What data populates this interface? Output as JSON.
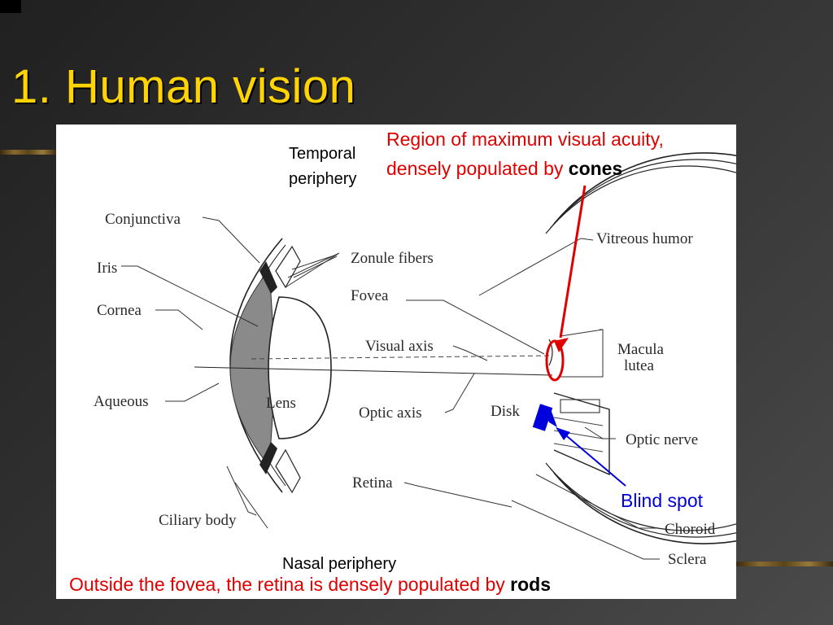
{
  "slide": {
    "title": "1. Human vision",
    "colors": {
      "background": "#2e2e2e",
      "title": "#ffd400",
      "annotation_red": "#e00000",
      "annotation_blue": "#0000dd"
    }
  },
  "diagram": {
    "labels": {
      "temporal_1": "Temporal",
      "temporal_2": "periphery",
      "conjunctiva": "Conjunctiva",
      "iris": "Iris",
      "cornea": "Cornea",
      "aqueous": "Aqueous",
      "lens": "Lens",
      "zonule": "Zonule fibers",
      "fovea": "Fovea",
      "visual_axis": "Visual axis",
      "optic_axis": "Optic axis",
      "disk": "Disk",
      "retina": "Retina",
      "ciliary": "Ciliary body",
      "nasal": "Nasal periphery",
      "vitreous": "Vitreous humor",
      "macula_1": "Macula",
      "macula_2": "lutea",
      "optic_nerve": "Optic nerve",
      "choroid": "Choroid",
      "sclera": "Sclera"
    },
    "annotations": {
      "acuity_line1": "Region of maximum visual acuity,",
      "acuity_line2": "densely populated by ",
      "acuity_bold": "cones",
      "blind_spot": "Blind spot",
      "outside_text": "Outside the fovea, the retina is densely populated by ",
      "outside_bold": "rods"
    }
  }
}
